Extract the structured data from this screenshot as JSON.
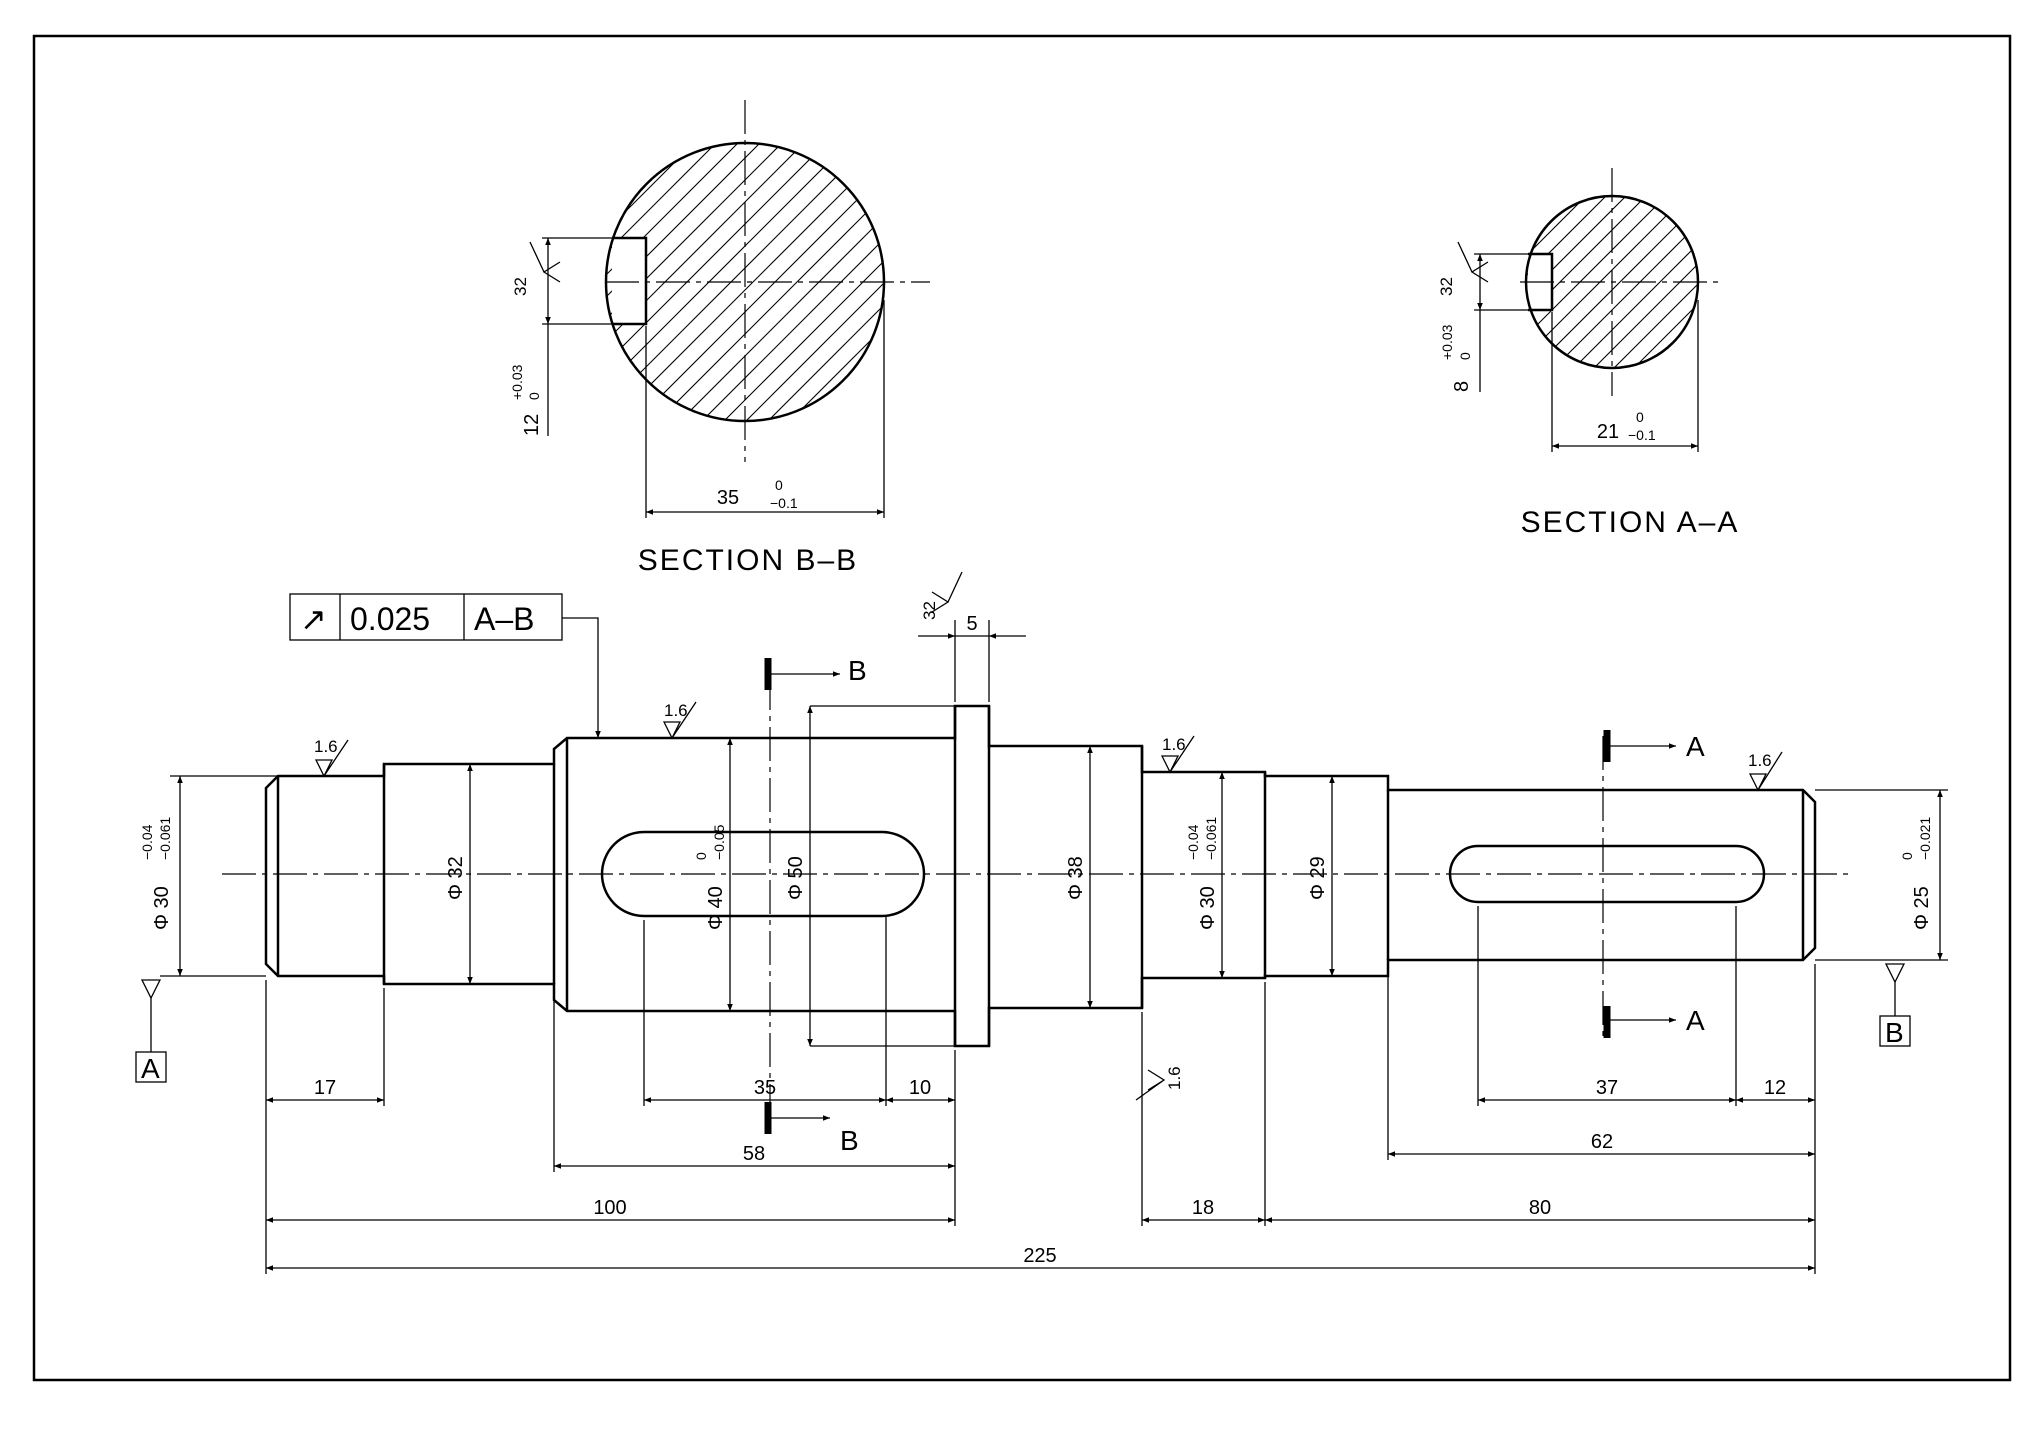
{
  "sections": {
    "bb": {
      "title": "SECTION B–B",
      "width_dim": "35",
      "width_tol_upper": "0",
      "width_tol_lower": "−0.1",
      "depth_dim": "12",
      "depth_tol_upper": "+0.03",
      "depth_tol_lower": "0",
      "roughness": "32"
    },
    "aa": {
      "title": "SECTION A–A",
      "width_dim": "21",
      "width_tol_upper": "0",
      "width_tol_lower": "−0.1",
      "depth_dim": "8",
      "depth_tol_upper": "+0.03",
      "depth_tol_lower": "0",
      "roughness": "32"
    }
  },
  "tolerance_frame": {
    "symbol": "↗",
    "value": "0.025",
    "datum": "A–B"
  },
  "datums": {
    "a": "A",
    "b": "B"
  },
  "section_marks": {
    "b": "B",
    "a": "A"
  },
  "roughness": {
    "r1": "1.6",
    "r2": "1.6",
    "r3": "1.6",
    "r4": "1.6",
    "r5": "32",
    "r6": "1.6"
  },
  "diameters": {
    "d1": {
      "label": "Φ 30",
      "tol_upper": "−0.04",
      "tol_lower": "−0.061"
    },
    "d2": {
      "label": "Φ 32"
    },
    "d3": {
      "label": "Φ 40",
      "tol_upper": "0",
      "tol_lower": "−0.05"
    },
    "d4": {
      "label": "Φ 50"
    },
    "d5": {
      "label": "Φ 38"
    },
    "d6": {
      "label": "Φ 30",
      "tol_upper": "−0.04",
      "tol_lower": "−0.061"
    },
    "d7": {
      "label": "Φ 29"
    },
    "d8": {
      "label": "Φ 25",
      "tol_upper": "0",
      "tol_lower": "−0.021"
    }
  },
  "lengths": {
    "l5": "5",
    "l17": "17",
    "l35": "35",
    "l10": "10",
    "l58": "58",
    "l100": "100",
    "l18": "18",
    "l80": "80",
    "l225": "225",
    "l37": "37",
    "l12": "12",
    "l62": "62"
  }
}
